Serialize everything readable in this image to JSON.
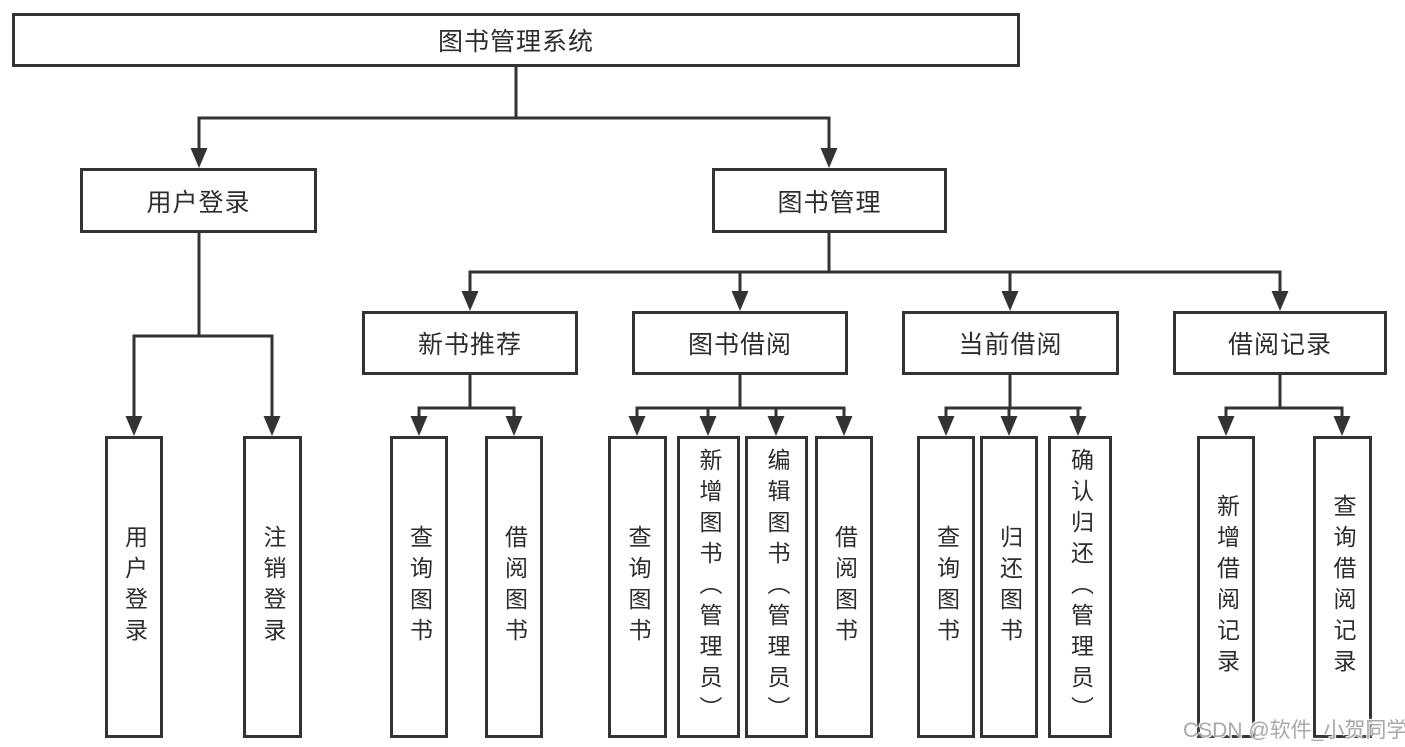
{
  "diagram_title": "图书管理系统",
  "colors": {
    "line": "#333333",
    "box_border": "#333333",
    "text": "#2d2d2d",
    "background": "#ffffff",
    "watermark": "#a3a3a3"
  },
  "tree": {
    "root": {
      "label": "图书管理系统",
      "children": [
        {
          "label": "用户登录",
          "children": [
            {
              "label": "用户登录"
            },
            {
              "label": "注销登录"
            }
          ]
        },
        {
          "label": "图书管理",
          "children": [
            {
              "label": "新书推荐",
              "children": [
                {
                  "label": "查询图书"
                },
                {
                  "label": "借阅图书"
                }
              ]
            },
            {
              "label": "图书借阅",
              "children": [
                {
                  "label": "查询图书"
                },
                {
                  "label": "新增图书（管理员）"
                },
                {
                  "label": "编辑图书（管理员）"
                },
                {
                  "label": "借阅图书"
                }
              ]
            },
            {
              "label": "当前借阅",
              "children": [
                {
                  "label": "查询图书"
                },
                {
                  "label": "归还图书"
                },
                {
                  "label": "确认归还（管理员）"
                }
              ]
            },
            {
              "label": "借阅记录",
              "children": [
                {
                  "label": "新增借阅记录"
                },
                {
                  "label": "查询借阅记录"
                }
              ]
            }
          ]
        }
      ]
    }
  },
  "watermark": {
    "text": "CSDN @软件_小贺同学"
  }
}
